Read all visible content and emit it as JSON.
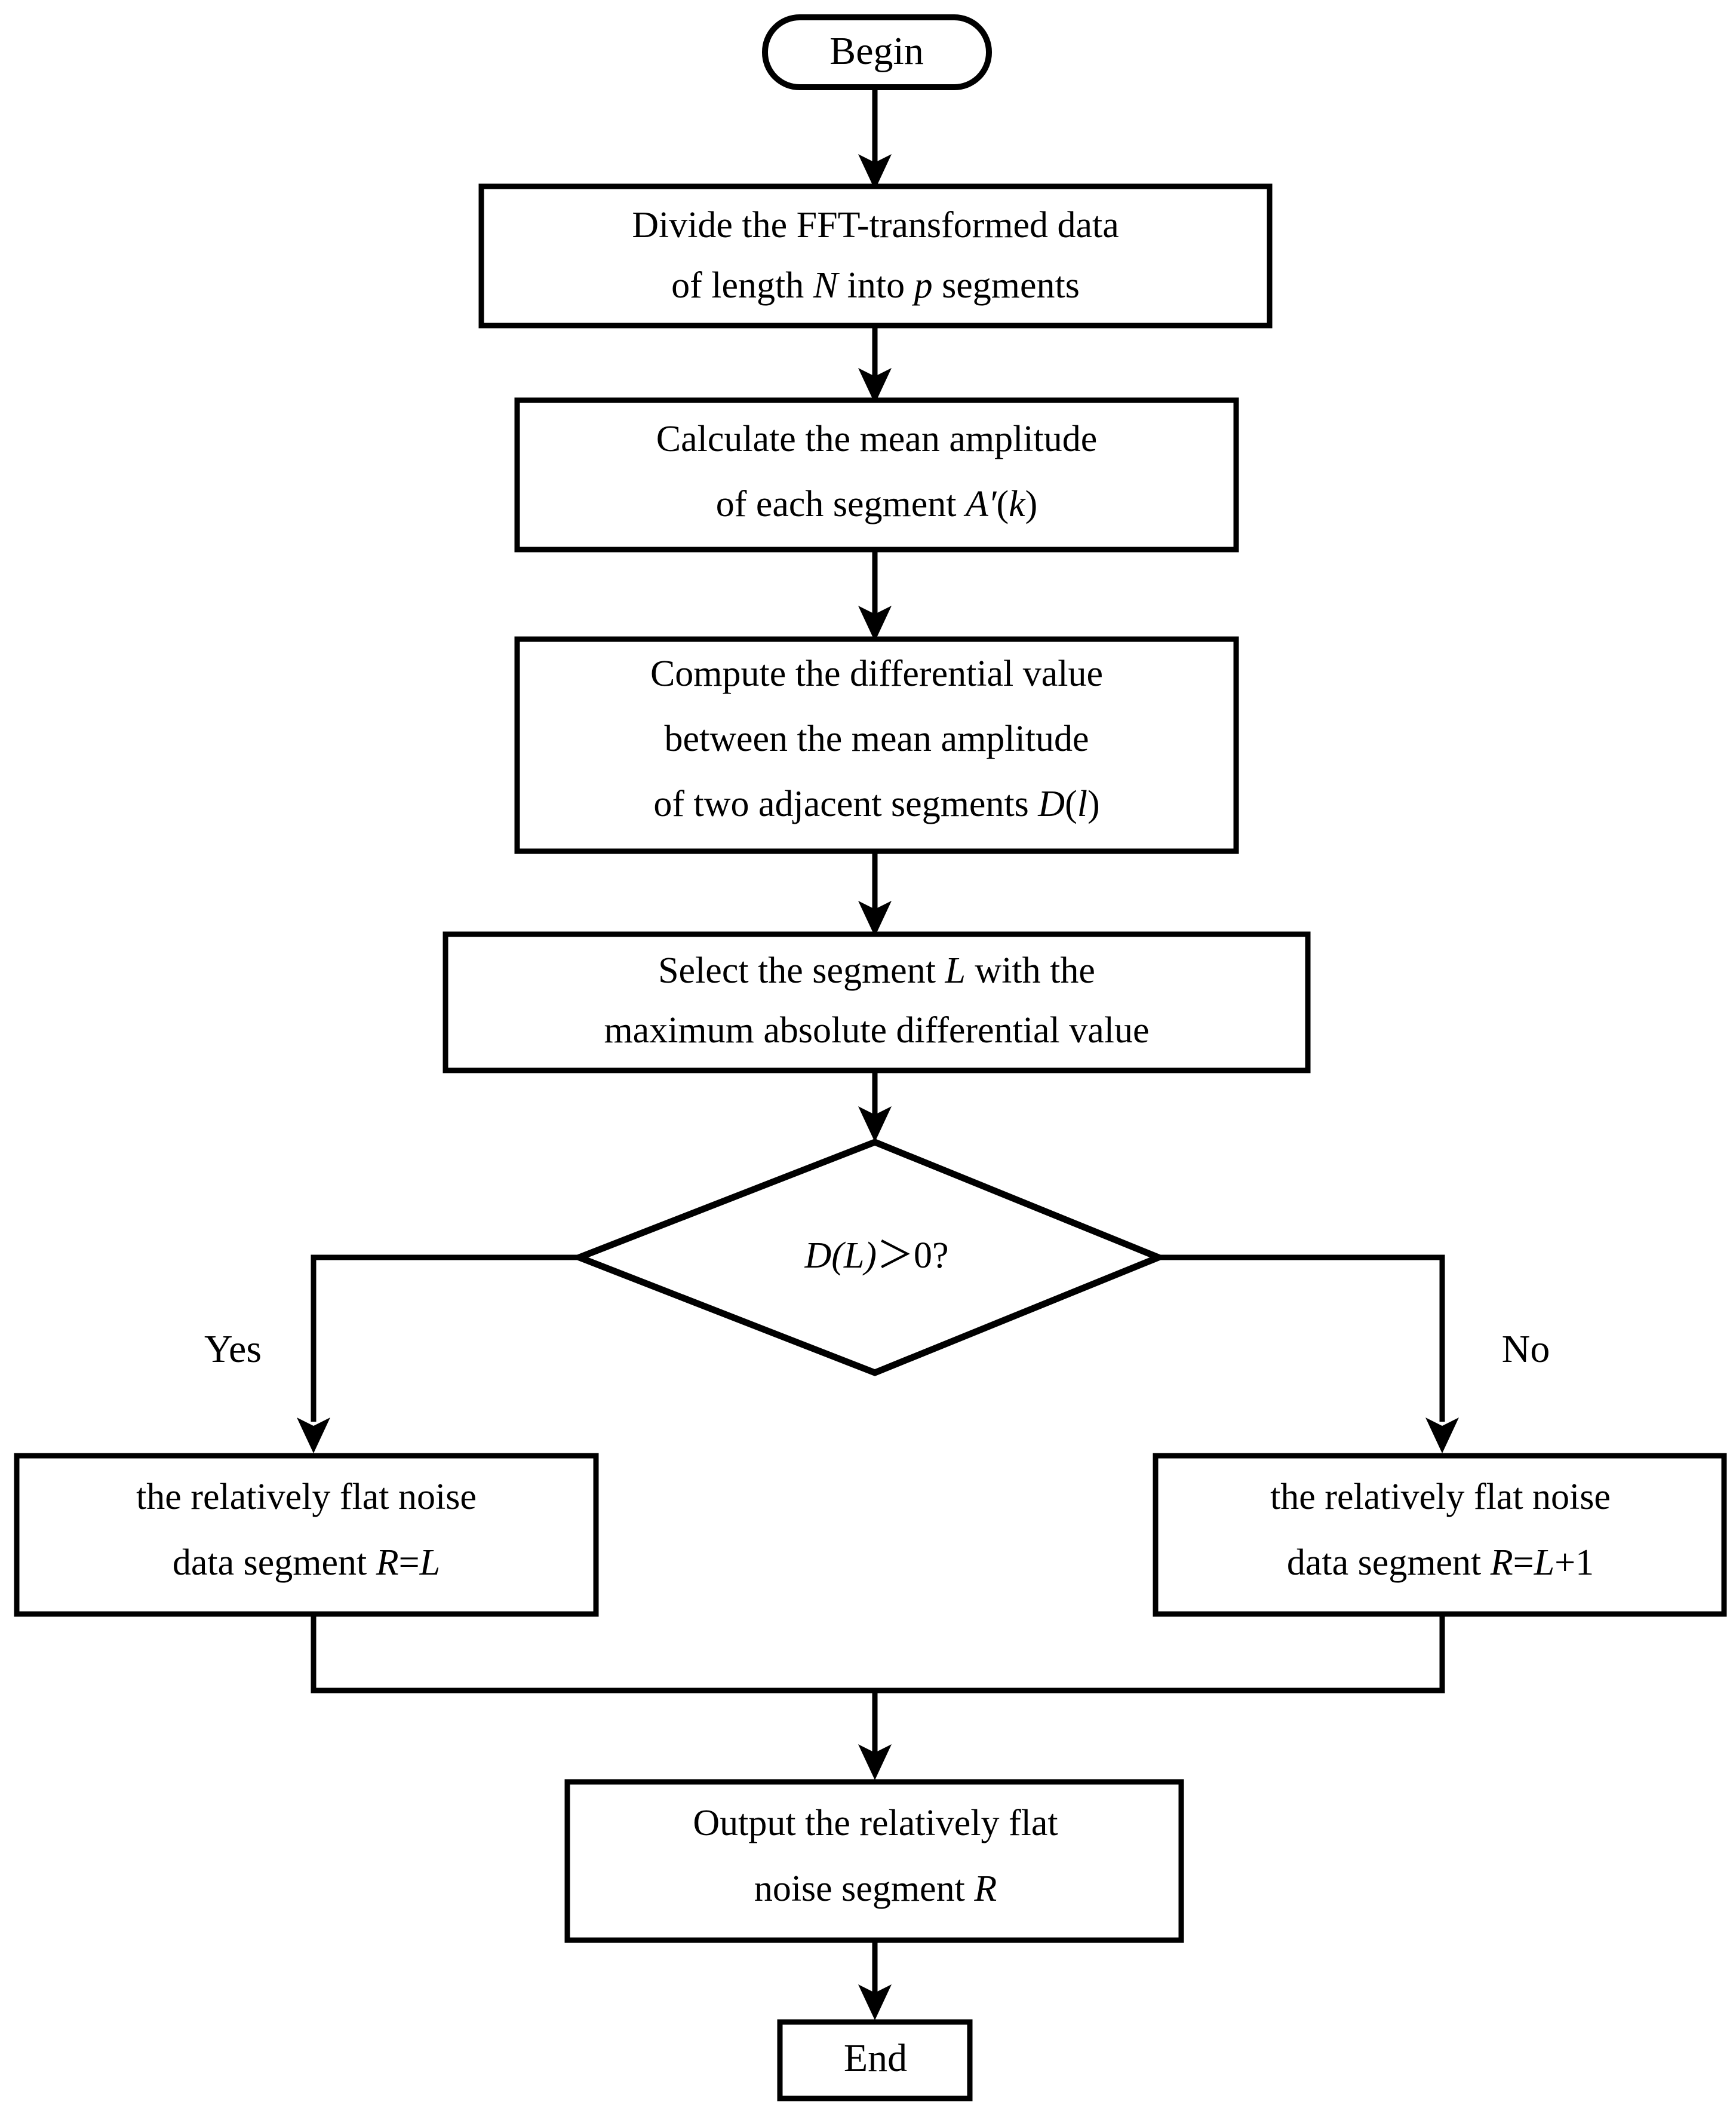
{
  "diagram": {
    "type": "flowchart",
    "title": "Relatively flat noise segment selection flowchart",
    "colors": {
      "stroke": "#000000",
      "fill": "#ffffff",
      "text": "#000000"
    },
    "nodes": {
      "begin": {
        "shape": "terminator-rounded",
        "label": "Begin"
      },
      "divide": {
        "shape": "process",
        "lines": [
          {
            "pre": "Divide the FFT-transformed data",
            "italic": "",
            "post": ""
          },
          {
            "pre": "of length ",
            "italic": "N",
            "mid": " into  ",
            "italic2": "p",
            "post": " segments"
          }
        ],
        "text": "Divide the FFT-transformed data of length N into  p segments"
      },
      "calculate": {
        "shape": "process",
        "lines": [
          {
            "pre": "Calculate the mean amplitude",
            "italic": "",
            "post": ""
          },
          {
            "pre": "of each segment ",
            "italic": "A′",
            "post": "(",
            "italic2": "k",
            "post2": ")"
          }
        ],
        "text": "Calculate the mean amplitude of each segment A′(k)"
      },
      "compute": {
        "shape": "process",
        "lines": [
          {
            "pre": "Compute the differential value",
            "italic": "",
            "post": ""
          },
          {
            "pre": "between the mean amplitude",
            "italic": "",
            "post": ""
          },
          {
            "pre": "of two adjacent segments ",
            "italic": "D",
            "post": "(",
            "italic2": "l",
            "post2": ")"
          }
        ],
        "text": "Compute the differential value between the mean amplitude of two adjacent segments D(l)"
      },
      "select": {
        "shape": "process",
        "lines": [
          {
            "pre": "Select the segment ",
            "italic": "L",
            "post": " with the"
          },
          {
            "pre": "maximum absolute differential value",
            "italic": "",
            "post": ""
          }
        ],
        "text": "Select the segment L with the maximum absolute differential value"
      },
      "decision": {
        "shape": "decision",
        "italic1": "D",
        "paren1": "(",
        "italic2": "L",
        "paren2": ")",
        "op": "＞0?",
        "text": "D(L)＞0?"
      },
      "yes_branch": {
        "shape": "process",
        "lines": [
          {
            "pre": "the relatively flat noise",
            "italic": "",
            "post": ""
          },
          {
            "pre": "data segment ",
            "italic": "R",
            "post": "=",
            "italic2": "L",
            "post2": ""
          }
        ],
        "text": "the relatively flat noise data segment R=L"
      },
      "no_branch": {
        "shape": "process",
        "lines": [
          {
            "pre": "the relatively flat noise",
            "italic": "",
            "post": ""
          },
          {
            "pre": "data segment ",
            "italic": "R",
            "post": "=",
            "italic2": "L",
            "post2": "+1"
          }
        ],
        "text": "the relatively flat noise data segment R=L+1"
      },
      "output": {
        "shape": "process",
        "lines": [
          {
            "pre": "Output the relatively flat",
            "italic": "",
            "post": ""
          },
          {
            "pre": "noise segment ",
            "italic": "R",
            "post": ""
          }
        ],
        "text": "Output the relatively flat noise segment R"
      },
      "end": {
        "shape": "terminator-rect",
        "label": "End"
      }
    },
    "edge_labels": {
      "yes": "Yes",
      "no": "No"
    },
    "node_text": {
      "begin_label": "Begin",
      "end_label": "End",
      "divide_l1": "Divide the FFT-transformed data",
      "divide_l2_a": "of length ",
      "divide_l2_N": "N",
      "divide_l2_b": " into  ",
      "divide_l2_p": "p",
      "divide_l2_c": " segments",
      "calc_l1": "Calculate the mean amplitude",
      "calc_l2_a": "of each segment ",
      "calc_l2_A": "A′",
      "calc_l2_b": "(",
      "calc_l2_k": "k",
      "calc_l2_c": ")",
      "comp_l1": "Compute the differential value",
      "comp_l2": "between the mean amplitude",
      "comp_l3_a": "of two adjacent segments ",
      "comp_l3_D": "D",
      "comp_l3_b": "(",
      "comp_l3_l": "l",
      "comp_l3_c": ")",
      "sel_l1_a": "Select the segment ",
      "sel_l1_L": "L",
      "sel_l1_b": " with the",
      "sel_l2": "maximum absolute differential value",
      "cond_D": "D",
      "cond_p1": "(",
      "cond_L": "L",
      "cond_p2": ")",
      "cond_op": "＞0?",
      "yes_l1": "the relatively flat noise",
      "yes_l2_a": "data segment ",
      "yes_l2_R": "R",
      "yes_l2_eq": "=",
      "yes_l2_L": "L",
      "no_l1": "the relatively flat noise",
      "no_l2_a": "data segment ",
      "no_l2_R": "R",
      "no_l2_eq": "=",
      "no_l2_L": "L",
      "no_l2_plus": "+1",
      "out_l1": "Output the relatively flat",
      "out_l2_a": "noise segment ",
      "out_l2_R": "R"
    }
  }
}
